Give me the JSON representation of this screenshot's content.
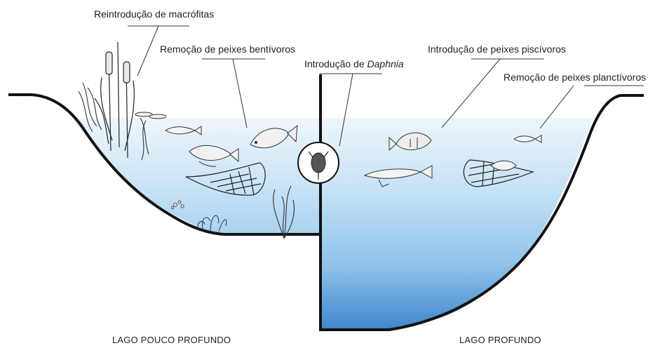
{
  "labels": {
    "macrophytes": "Reintrodução de macrófitas",
    "benthivores": "Remoção de peixes bentívoros",
    "daphnia_prefix": "Introdução de ",
    "daphnia_italic": "Daphnia",
    "piscivores": "Introdução de peixes piscívoros",
    "planktivores": "Remoção de peixes planctívoros"
  },
  "captions": {
    "shallow": "LAGO POUCO PROFUNDO",
    "deep": "LAGO PROFUNDO"
  },
  "colors": {
    "water_light": "#e6f2fb",
    "water_mid": "#b9dcf4",
    "water_deep": "#3f8bd0",
    "outline": "#111111",
    "leader": "#333333"
  }
}
